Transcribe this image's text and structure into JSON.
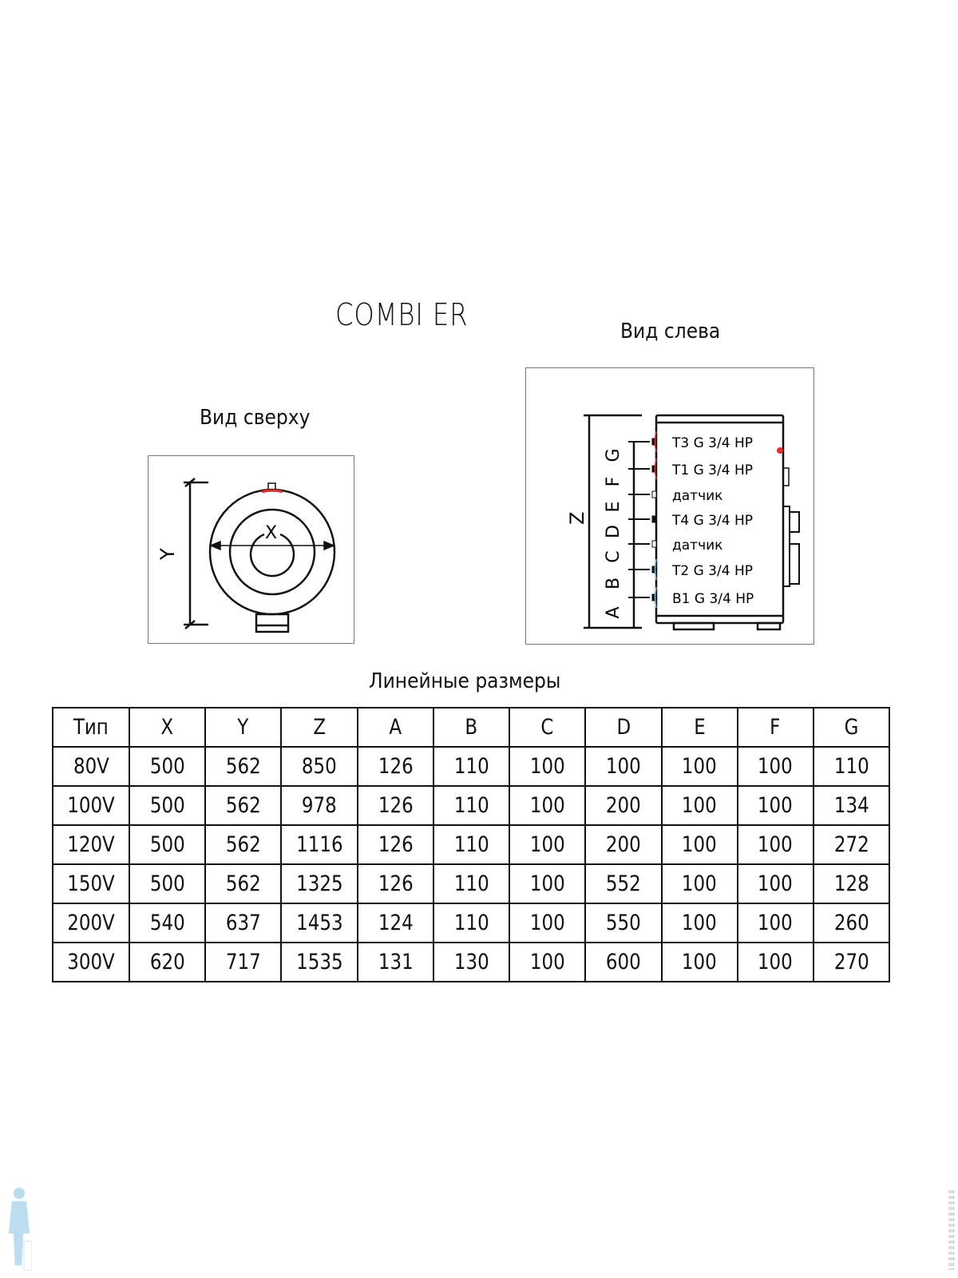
{
  "title": "COMBI ER",
  "top_view": {
    "caption": "Вид сверху",
    "dim_x": "X",
    "dim_y": "Y"
  },
  "side_view": {
    "caption": "Вид слева",
    "dim_z": "Z",
    "dim_letters": [
      "A",
      "B",
      "C",
      "D",
      "E",
      "F",
      "G"
    ],
    "connections": [
      "T3 G 3/4 HP",
      "T1 G 3/4 HP",
      "датчик",
      "T4 G 3/4 HP",
      "датчик",
      "T2 G 3/4 HP",
      "B1 G 3/4 HP"
    ]
  },
  "table": {
    "caption": "Линейные размеры",
    "headers": [
      "Тип",
      "X",
      "Y",
      "Z",
      "A",
      "B",
      "C",
      "D",
      "E",
      "F",
      "G"
    ],
    "rows": [
      [
        "80V",
        "500",
        "562",
        "850",
        "126",
        "110",
        "100",
        "100",
        "100",
        "100",
        "110"
      ],
      [
        "100V",
        "500",
        "562",
        "978",
        "126",
        "110",
        "100",
        "200",
        "100",
        "100",
        "134"
      ],
      [
        "120V",
        "500",
        "562",
        "1116",
        "126",
        "110",
        "100",
        "200",
        "100",
        "100",
        "272"
      ],
      [
        "150V",
        "500",
        "562",
        "1325",
        "126",
        "110",
        "100",
        "552",
        "100",
        "100",
        "128"
      ],
      [
        "200V",
        "540",
        "637",
        "1453",
        "124",
        "110",
        "100",
        "550",
        "100",
        "100",
        "260"
      ],
      [
        "300V",
        "620",
        "717",
        "1535",
        "131",
        "130",
        "100",
        "600",
        "100",
        "100",
        "270"
      ]
    ]
  },
  "colors": {
    "hot": "#e03030",
    "cold": "#7ab8e0",
    "watermark": "#bcdcf0"
  }
}
